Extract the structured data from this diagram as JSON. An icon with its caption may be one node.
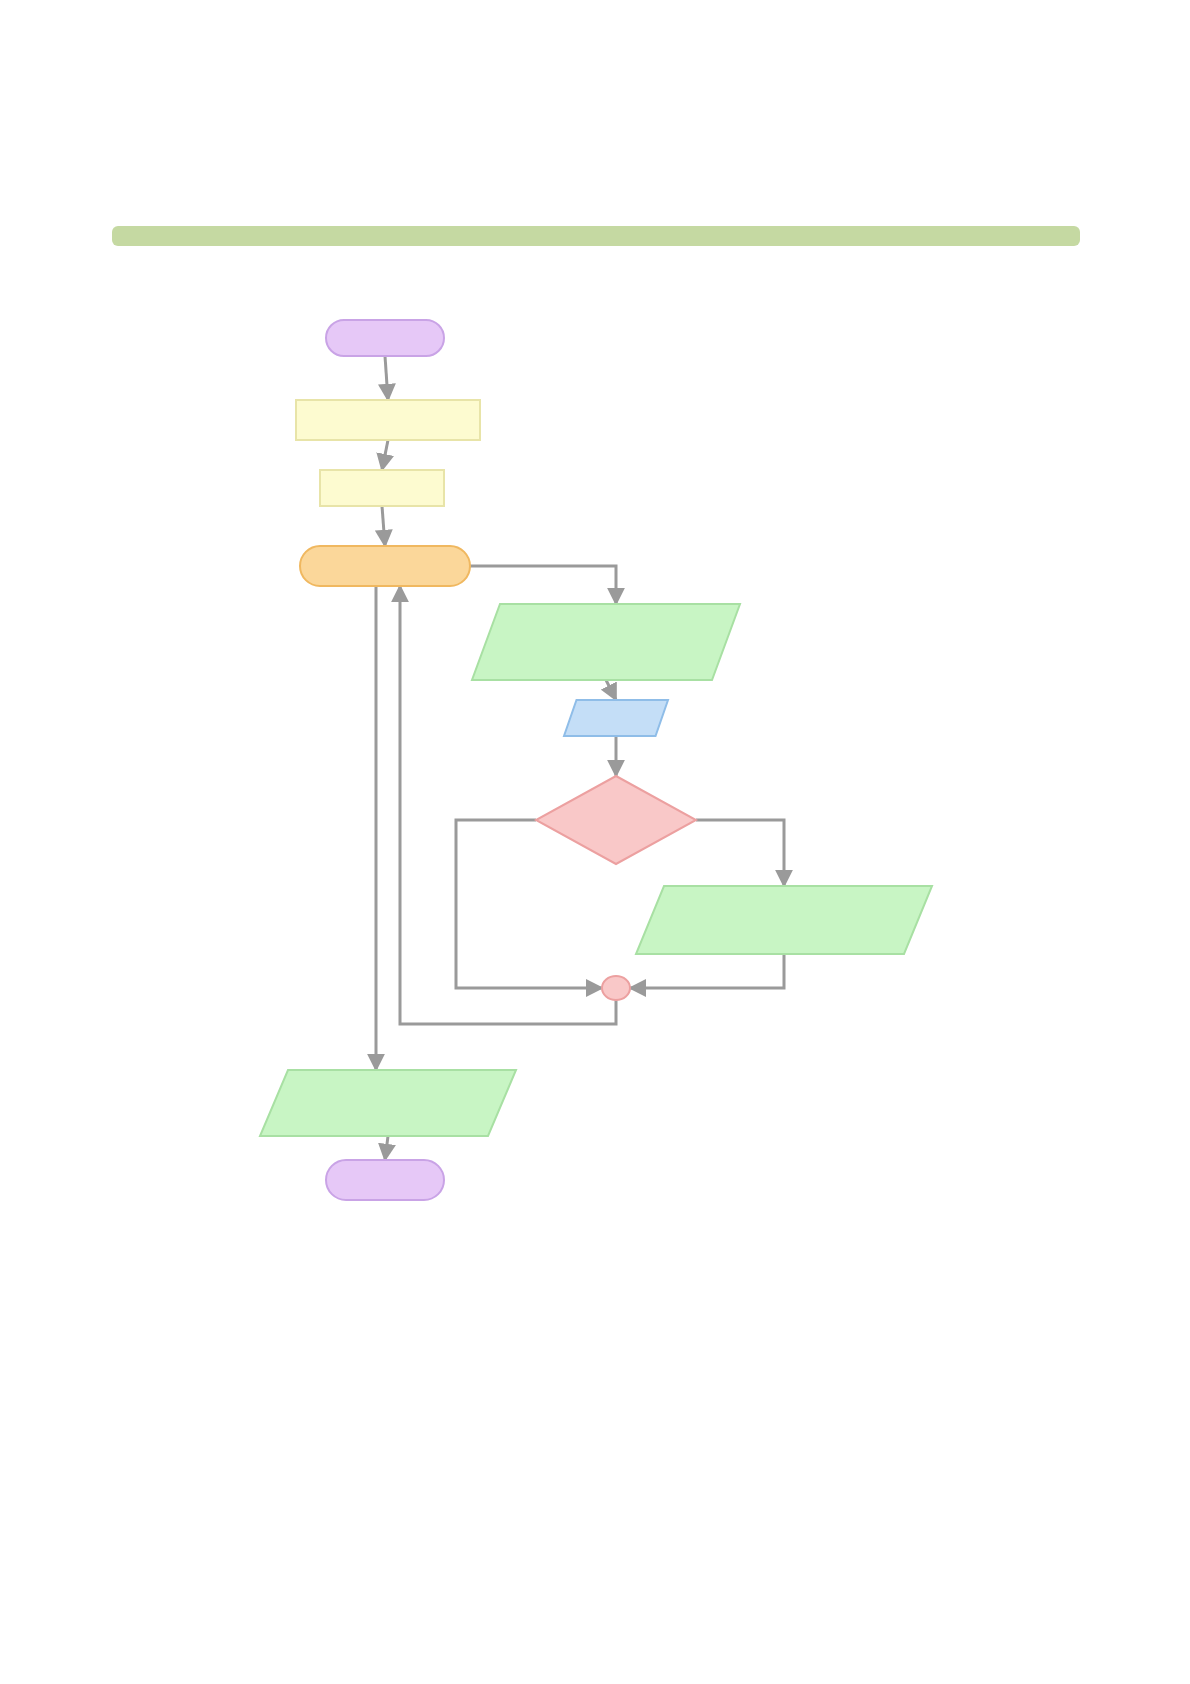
{
  "diagram": {
    "nodes": [
      {
        "text": [],
        "shape": "box"
      },
      {
        "text": [],
        "shape": "box"
      },
      {
        "text": [],
        "shape": "box"
      },
      {
        "text": [],
        "shape": "box"
      },
      {
        "text": [],
        "shape": "parallelogram"
      },
      {
        "text": [],
        "shape": "parallelogram"
      },
      {
        "text": [],
        "shape": "diamond"
      },
      {
        "text": [],
        "shape": "parallelogram"
      },
      {
        "text": [],
        "shape": "circle"
      },
      {
        "text": [],
        "shape": "parallelogram"
      },
      {
        "text": [],
        "shape": "box"
      }
    ],
    "edges": [
      {
        "from": 0,
        "to": 1,
        "arrow": "to"
      },
      {
        "from": 1,
        "to": 2,
        "arrow": "to"
      },
      {
        "from": 2,
        "to": 3,
        "arrow": "to"
      },
      {
        "from": 3,
        "to": 4,
        "arrow": "to"
      },
      {
        "from": 4,
        "to": 5,
        "arrow": "to"
      },
      {
        "from": 5,
        "to": 6,
        "arrow": "to"
      },
      {
        "from": 6,
        "to": 7,
        "arrow": "to"
      },
      {
        "from": 6,
        "to": 8,
        "arrow": "to"
      },
      {
        "from": 7,
        "to": 8,
        "arrow": "to"
      },
      {
        "from": 8,
        "to": 3,
        "arrow": "to"
      },
      {
        "from": 3,
        "to": 9,
        "arrow": "to"
      },
      {
        "from": 9,
        "to": 10,
        "arrow": "to"
      }
    ]
  }
}
